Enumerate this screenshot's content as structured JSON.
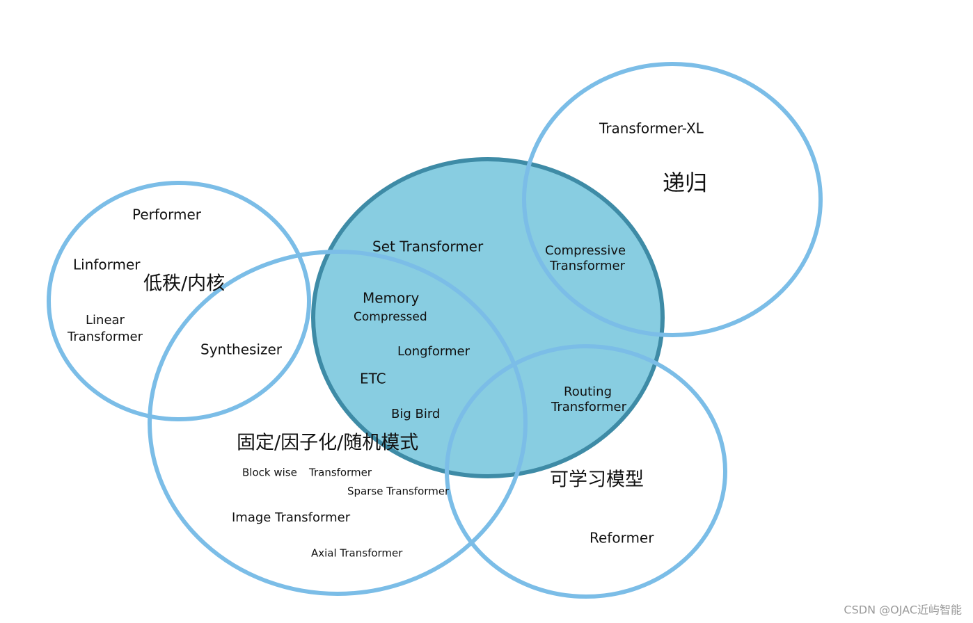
{
  "groups": {
    "center": {
      "set_transformer": "Set Transformer",
      "memory": "Memory",
      "compressed": "Compressed",
      "longformer": "Longformer",
      "etc": "ETC",
      "big_bird": "Big Bird",
      "compressive_line1": "Compressive",
      "compressive_line2": "Transformer",
      "routing_line1": "Routing",
      "routing_line2": "Transformer"
    },
    "recurrence": {
      "title": "递归",
      "model": "Transformer-XL"
    },
    "low_rank_kernel": {
      "title": "低秩/内核",
      "performer": "Performer",
      "linformer": "Linformer",
      "linear_line1": "Linear",
      "linear_line2": "Transformer",
      "synthesizer": "Synthesizer"
    },
    "fixed_random": {
      "title": "固定/因子化/随机模式",
      "block_wise": "Block wise",
      "block_transformer": "Transformer",
      "sparse": "Sparse Transformer",
      "image": "Image Transformer",
      "axial": "Axial Transformer"
    },
    "learnable": {
      "title": "可学习模型",
      "reformer": "Reformer"
    }
  },
  "watermark": "CSDN @OJAC近屿智能",
  "colors": {
    "ring_stroke": "#7bbde7",
    "core_fill": "#88cde1",
    "core_stroke": "#3e8ba6",
    "text": "#111111",
    "watermark": "#9a9a9a"
  }
}
